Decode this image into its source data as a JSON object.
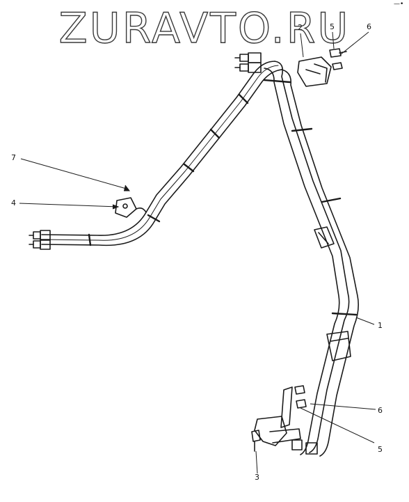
{
  "watermark": "ZURAVTO.RU",
  "corner_mark": "—•",
  "callouts": {
    "c1": "1",
    "c2": "2",
    "c3": "3",
    "c4": "4",
    "c5_top": "5",
    "c5_bottom": "5",
    "c6_top": "6",
    "c6_bottom": "6",
    "c7": "7"
  }
}
